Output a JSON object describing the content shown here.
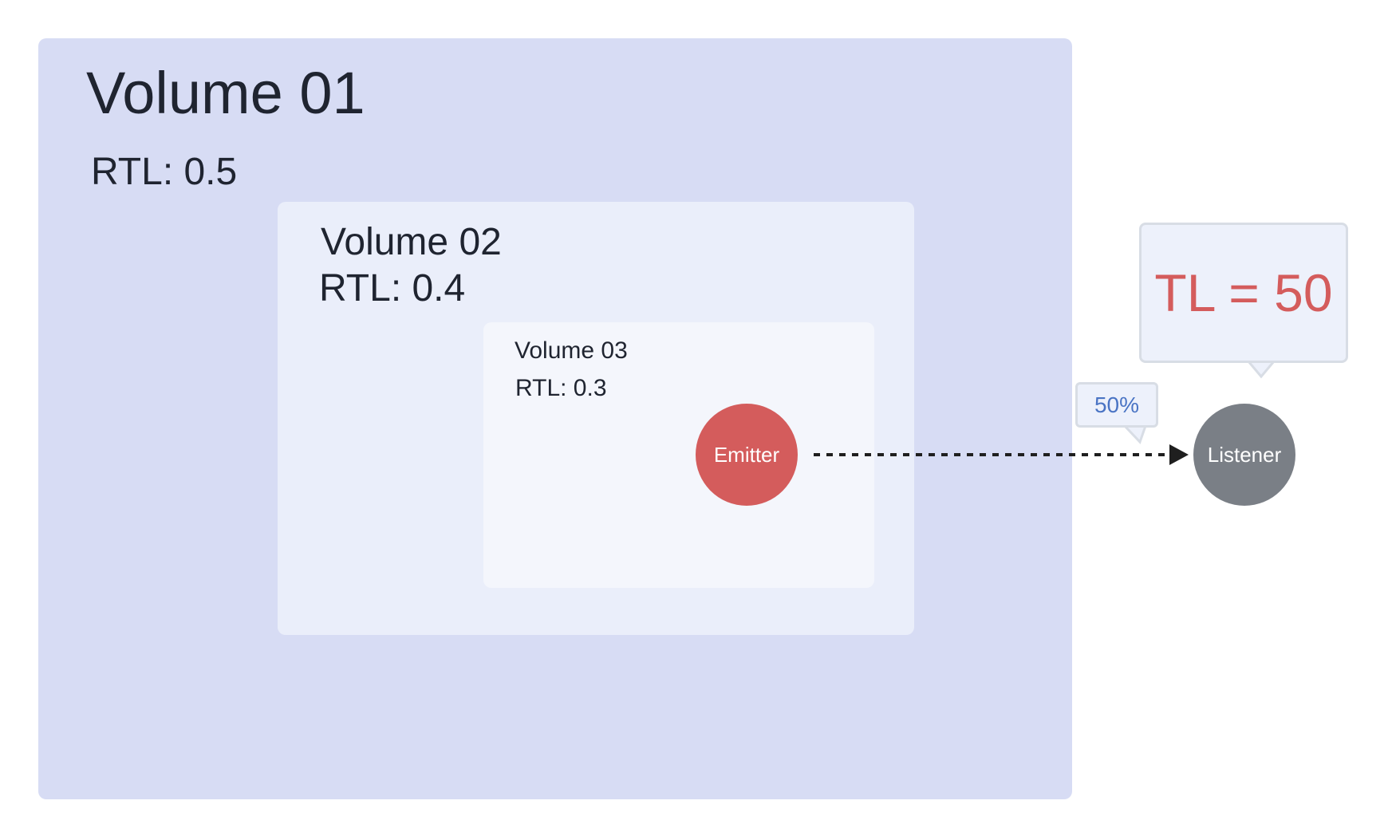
{
  "volumes": [
    {
      "title": "Volume 01",
      "rtl": "RTL: 0.5"
    },
    {
      "title": "Volume 02",
      "rtl": "RTL: 0.4"
    },
    {
      "title": "Volume 03",
      "rtl": "RTL: 0.3"
    }
  ],
  "emitter": {
    "label": "Emitter"
  },
  "listener": {
    "label": "Listener"
  },
  "callouts": {
    "percent": "50%",
    "total_level": "TL = 50"
  },
  "colors": {
    "volume_01": "#d7dcf4",
    "volume_02": "#eaeefa",
    "volume_03": "#f4f6fc",
    "emitter": "#d45c5c",
    "listener": "#7a7f86",
    "tl_text": "#d45c5c",
    "percent_text": "#4a74c4",
    "callout_bg": "#edf1fb",
    "callout_border": "#d8dde5"
  }
}
